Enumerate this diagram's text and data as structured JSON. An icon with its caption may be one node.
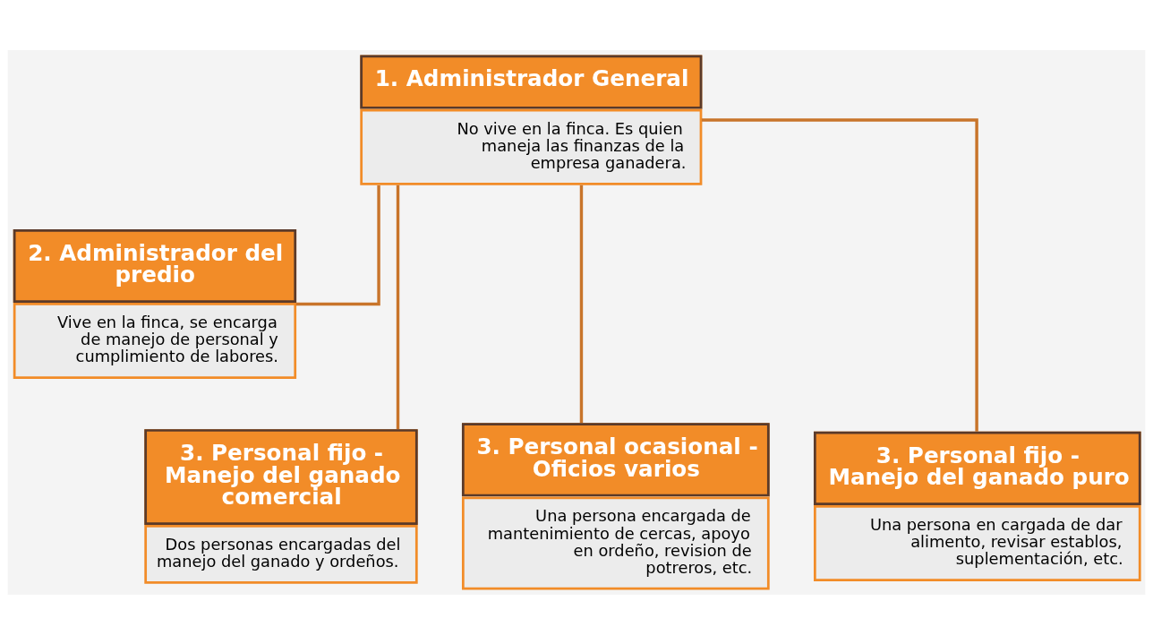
{
  "diagram": {
    "nodes": [
      {
        "text": [
          "1. Administrador General",
          "No vive en la finca. Es quien maneja las finanzas de la empresa ganadera."
        ]
      },
      {
        "text": [
          "2. Administrador del predio",
          "Vive en la finca, se encarga de manejo de personal y cumplimiento de labores."
        ]
      },
      {
        "text": [
          "3. Personal fijo - Manejo del ganado comercial",
          "Dos personas encargadas del manejo del ganado y ordeños."
        ]
      },
      {
        "text": [
          "3. Personal ocasional - Oficios varios",
          "Una persona encargada de mantenimiento de cercas, apoyo en ordeño, revision de potreros, etc."
        ]
      },
      {
        "text": [
          "3. Personal fijo - Manejo del ganado puro",
          "Una persona en cargada de dar alimento, revisar establos, suplementación, etc."
        ]
      }
    ],
    "edges": [
      {
        "from": 0,
        "to": 1,
        "arrow": "none"
      },
      {
        "from": 0,
        "to": 2,
        "arrow": "none"
      },
      {
        "from": 0,
        "to": 3,
        "arrow": "none"
      },
      {
        "from": 0,
        "to": 4,
        "arrow": "none"
      }
    ]
  }
}
